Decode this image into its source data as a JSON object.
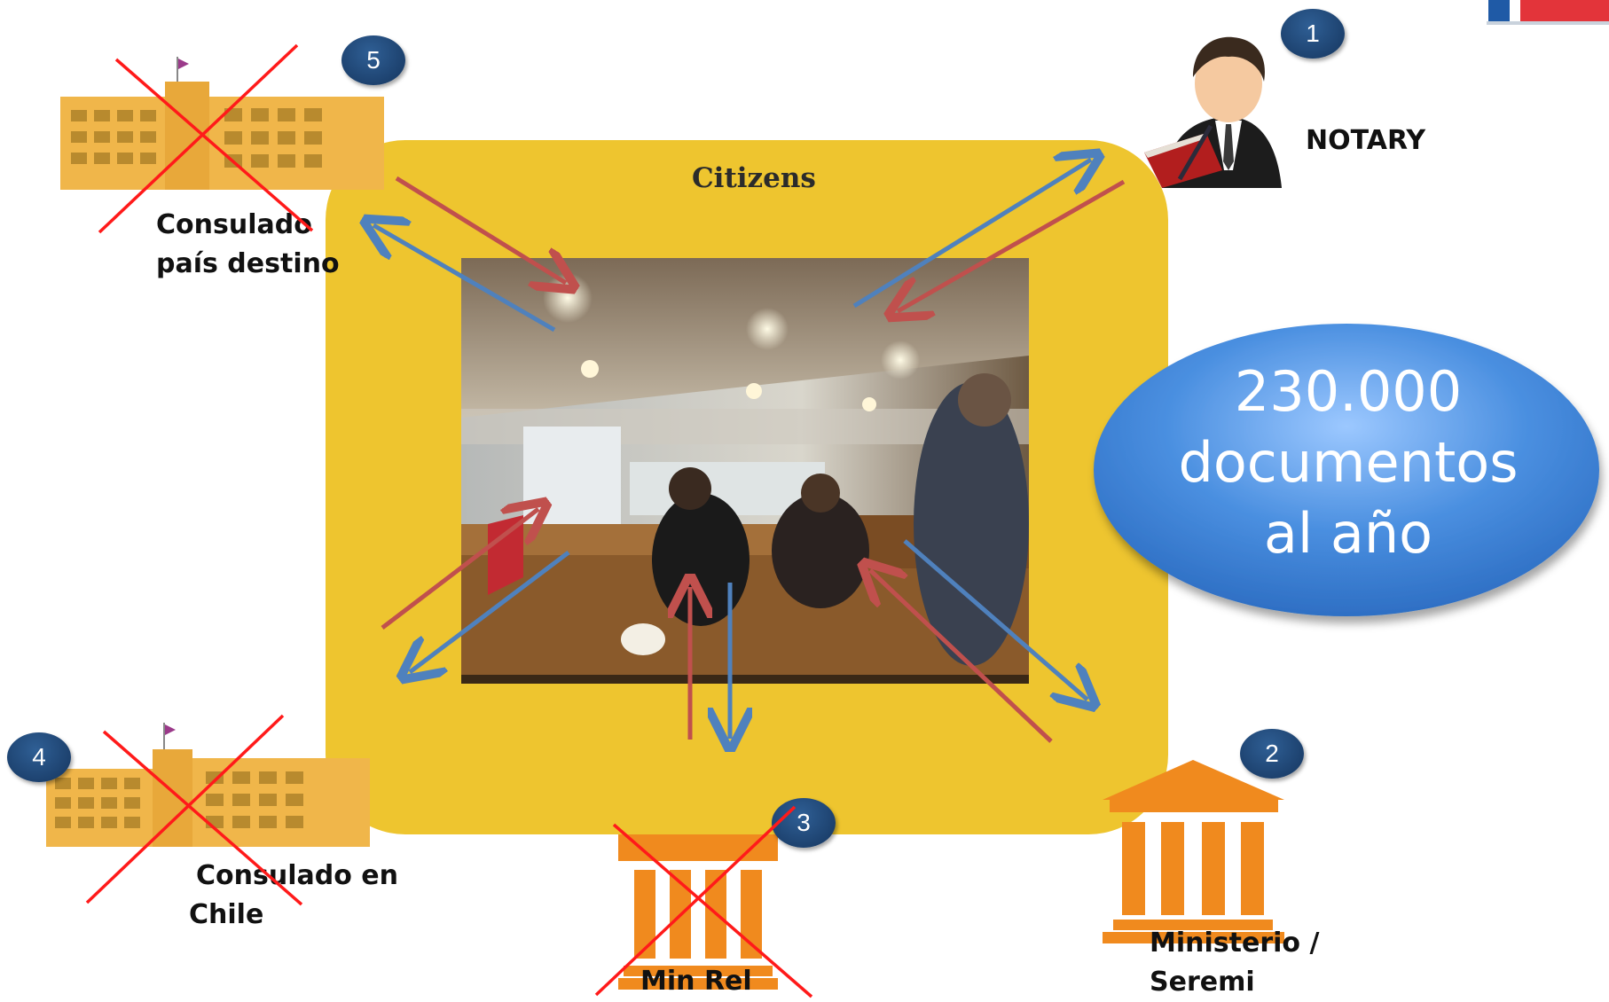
{
  "diagram": {
    "center_title": "Citizens",
    "stat_bubble": {
      "line1": "230.000",
      "line2": "documentos",
      "line3": "al año"
    },
    "nodes": [
      {
        "id": "notary",
        "badge": "1",
        "label": "NOTARY",
        "icon": "notary-person-icon",
        "crossed": false
      },
      {
        "id": "ministerio",
        "badge": "2",
        "label": "Ministerio /\nSeremi",
        "icon": "government-building-icon",
        "crossed": false
      },
      {
        "id": "minrel",
        "badge": "3",
        "label": "Min Rel",
        "icon": "government-building-icon",
        "crossed": true
      },
      {
        "id": "consulado-chile",
        "badge": "4",
        "label": "Consulado en\nChile",
        "icon": "office-building-icon",
        "crossed": true
      },
      {
        "id": "consulado-destino",
        "badge": "5",
        "label": "Consulado\npaís destino",
        "icon": "office-building-icon",
        "crossed": true
      }
    ],
    "colors": {
      "box": "#eec52f",
      "arrow_red": "#c0504d",
      "arrow_blue": "#4f81bd",
      "cross": "#ff1a1a",
      "building_yellow": "#f0b64a",
      "building_orange": "#f08a1e",
      "badge": "#1f4e79",
      "bubble": "#4a8fe0"
    }
  }
}
